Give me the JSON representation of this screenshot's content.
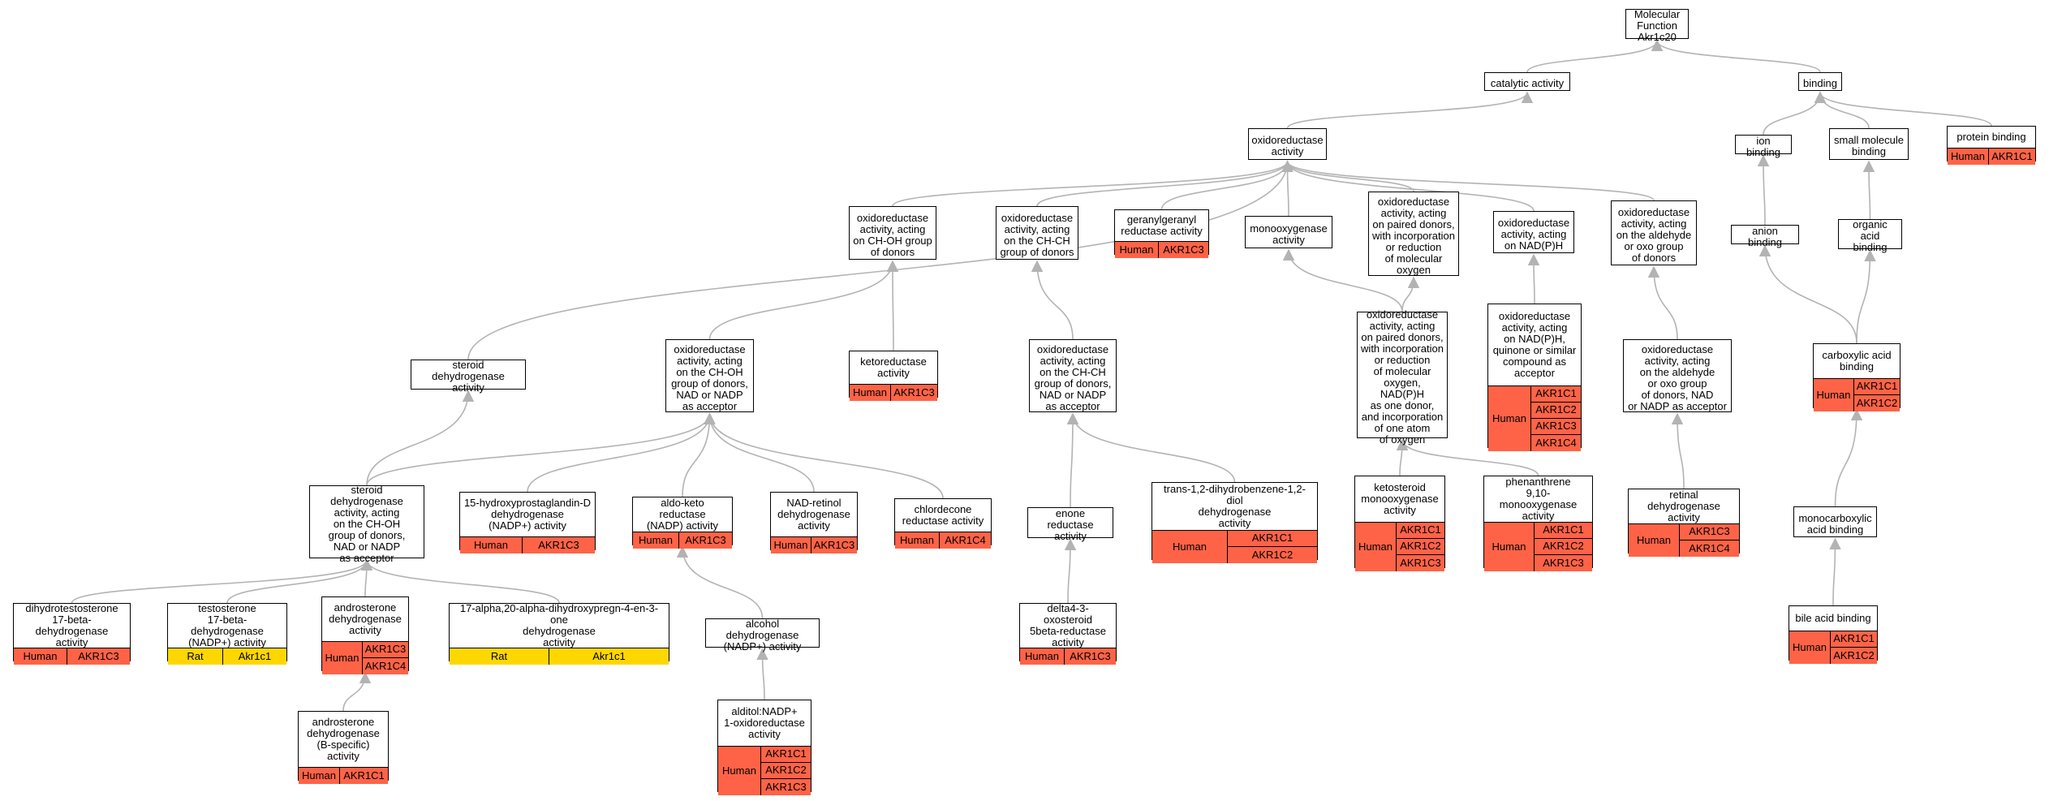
{
  "colors": {
    "human": "#ff6347",
    "rat": "#ffd700",
    "edge": "#b3b3b3"
  },
  "nodes": {
    "root": {
      "label": "Molecular Function\nAkr1c20"
    },
    "catalytic": {
      "label": "catalytic activity"
    },
    "binding": {
      "label": "binding"
    },
    "oxidoreductase": {
      "label": "oxidoreductase\nactivity"
    },
    "ion_binding": {
      "label": "ion binding"
    },
    "small_molecule": {
      "label": "small molecule\nbinding"
    },
    "protein_binding": {
      "label": "protein binding",
      "species": "Human",
      "genes": [
        "AKR1C1"
      ]
    },
    "ox_choh": {
      "label": "oxidoreductase\nactivity, acting\non CH-OH group\nof donors"
    },
    "ox_chch": {
      "label": "oxidoreductase\nactivity, acting\non the CH-CH\ngroup of donors"
    },
    "geranyl": {
      "label": "geranylgeranyl\nreductase activity",
      "species": "Human",
      "genes": [
        "AKR1C3"
      ]
    },
    "monooxygenase": {
      "label": "monooxygenase\nactivity"
    },
    "ox_paired": {
      "label": "oxidoreductase\nactivity, acting\non paired donors,\nwith incorporation\nor reduction\nof molecular\noxygen"
    },
    "ox_nadph": {
      "label": "oxidoreductase\nactivity, acting\non NAD(P)H"
    },
    "ox_aldehyde": {
      "label": "oxidoreductase\nactivity, acting\non the aldehyde\nor oxo group\nof donors"
    },
    "anion_binding": {
      "label": "anion binding"
    },
    "organic_acid": {
      "label": "organic acid\nbinding"
    },
    "steroid_dh": {
      "label": "steroid dehydrogenase\nactivity"
    },
    "ox_choh_nad": {
      "label": "oxidoreductase\nactivity, acting\non the CH-OH\ngroup of donors,\nNAD or NADP\nas acceptor"
    },
    "ketoreductase": {
      "label": "ketoreductase\nactivity",
      "species": "Human",
      "genes": [
        "AKR1C3"
      ]
    },
    "ox_chch_nad": {
      "label": "oxidoreductase\nactivity, acting\non the CH-CH\ngroup of donors,\nNAD or NADP\nas acceptor"
    },
    "ox_paired_nadph": {
      "label": "oxidoreductase\nactivity, acting\non paired donors,\nwith incorporation\nor reduction\nof molecular\noxygen, NAD(P)H\nas one donor,\nand incorporation\nof one atom\nof oxygen"
    },
    "ox_nadph_quinone": {
      "label": "oxidoreductase\nactivity, acting\non NAD(P)H,\nquinone or similar\ncompound as\nacceptor",
      "species": "Human",
      "genes": [
        "AKR1C1",
        "AKR1C2",
        "AKR1C3",
        "AKR1C4"
      ]
    },
    "ox_aldehyde_nad": {
      "label": "oxidoreductase\nactivity, acting\non the aldehyde\nor oxo group\nof donors, NAD\nor NADP as acceptor"
    },
    "carboxylic": {
      "label": "carboxylic acid\nbinding",
      "species": "Human",
      "genes": [
        "AKR1C1",
        "AKR1C2"
      ]
    },
    "steroid_dh_choh": {
      "label": "steroid dehydrogenase\nactivity, acting\non the CH-OH\ngroup of donors,\nNAD or NADP\nas acceptor"
    },
    "pgd_dh": {
      "label": "15-hydroxyprostaglandin-D\ndehydrogenase\n(NADP+) activity",
      "species": "Human",
      "genes": [
        "AKR1C3"
      ]
    },
    "aldo_keto": {
      "label": "aldo-keto reductase\n(NADP) activity",
      "species": "Human",
      "genes": [
        "AKR1C3"
      ]
    },
    "nad_retinol": {
      "label": "NAD-retinol\ndehydrogenase\nactivity",
      "species": "Human",
      "genes": [
        "AKR1C3"
      ]
    },
    "chlordecone": {
      "label": "chlordecone\nreductase activity",
      "species": "Human",
      "genes": [
        "AKR1C4"
      ]
    },
    "enone": {
      "label": "enone reductase\nactivity"
    },
    "trans_diol": {
      "label": "trans-1,2-dihydrobenzene-1,2-diol\ndehydrogenase\nactivity",
      "species": "Human",
      "genes": [
        "AKR1C1",
        "AKR1C2"
      ]
    },
    "ketosteroid_mono": {
      "label": "ketosteroid\nmonooxygenase\nactivity",
      "species": "Human",
      "genes": [
        "AKR1C1",
        "AKR1C2",
        "AKR1C3"
      ]
    },
    "phenanthrene": {
      "label": "phenanthrene\n9,10-monooxygenase\nactivity",
      "species": "Human",
      "genes": [
        "AKR1C1",
        "AKR1C2",
        "AKR1C3"
      ]
    },
    "retinal_dh": {
      "label": "retinal dehydrogenase\nactivity",
      "species": "Human",
      "genes": [
        "AKR1C3",
        "AKR1C4"
      ]
    },
    "monocarboxylic": {
      "label": "monocarboxylic\nacid binding"
    },
    "dht_dh": {
      "label": "dihydrotestosterone\n17-beta-dehydrogenase\nactivity",
      "species": "Human",
      "genes": [
        "AKR1C3"
      ]
    },
    "testosterone_dh": {
      "label": "testosterone\n17-beta-dehydrogenase\n(NADP+) activity",
      "species": "Rat",
      "genes": [
        "Akr1c1"
      ]
    },
    "androsterone_dh": {
      "label": "androsterone\ndehydrogenase\nactivity",
      "species": "Human",
      "genes": [
        "AKR1C3",
        "AKR1C4"
      ]
    },
    "alpha20_dh": {
      "label": "17-alpha,20-alpha-dihydroxypregn-4-en-3-one\ndehydrogenase\nactivity",
      "species": "Rat",
      "genes": [
        "Akr1c1"
      ]
    },
    "alcohol_dh": {
      "label": "alcohol dehydrogenase\n(NADP+) activity"
    },
    "delta4": {
      "label": "delta4-3-oxosteroid\n5beta-reductase\nactivity",
      "species": "Human",
      "genes": [
        "AKR1C3"
      ]
    },
    "bile_acid": {
      "label": "bile acid binding",
      "species": "Human",
      "genes": [
        "AKR1C1",
        "AKR1C2"
      ]
    },
    "androsterone_b": {
      "label": "androsterone\ndehydrogenase\n(B-specific)\nactivity",
      "species": "Human",
      "genes": [
        "AKR1C1"
      ]
    },
    "alditol": {
      "label": "alditol:NADP+\n1-oxidoreductase\nactivity",
      "species": "Human",
      "genes": [
        "AKR1C1",
        "AKR1C2",
        "AKR1C3"
      ]
    }
  }
}
